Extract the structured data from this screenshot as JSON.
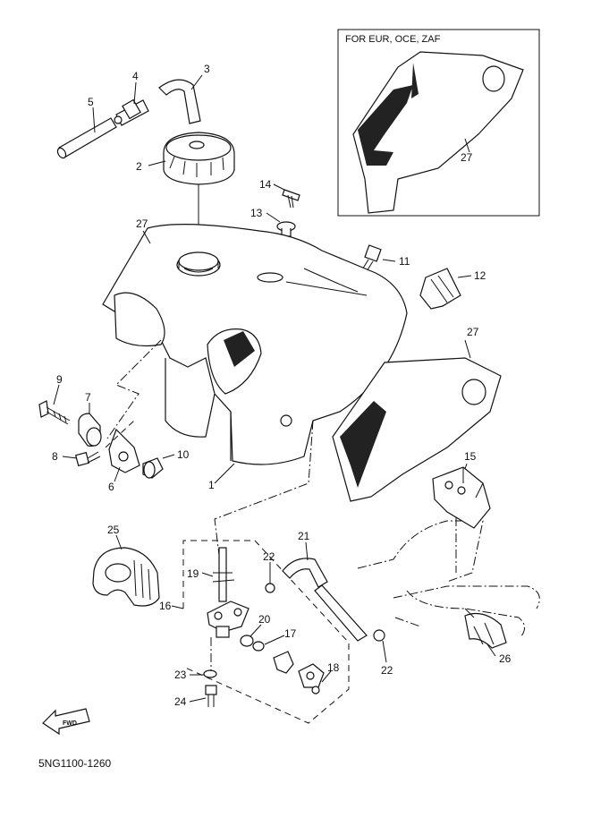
{
  "inset_title": "FOR EUR, OCE, ZAF",
  "diagram_code": "5NG1100-1260",
  "fwd_label": "FWD",
  "labels": {
    "p1": "1",
    "p2": "2",
    "p3": "3",
    "p4": "4",
    "p5": "5",
    "p6": "6",
    "p7": "7",
    "p8": "8",
    "p9": "9",
    "p10": "10",
    "p11": "11",
    "p12": "12",
    "p13": "13",
    "p14": "14",
    "p15": "15",
    "p16": "16",
    "p17": "17",
    "p18": "18",
    "p19": "19",
    "p20": "20",
    "p21": "21",
    "p22a": "22",
    "p22b": "22",
    "p23": "23",
    "p24": "24",
    "p25": "25",
    "p26": "26",
    "p27a": "27",
    "p27b": "27",
    "p27c": "27"
  }
}
